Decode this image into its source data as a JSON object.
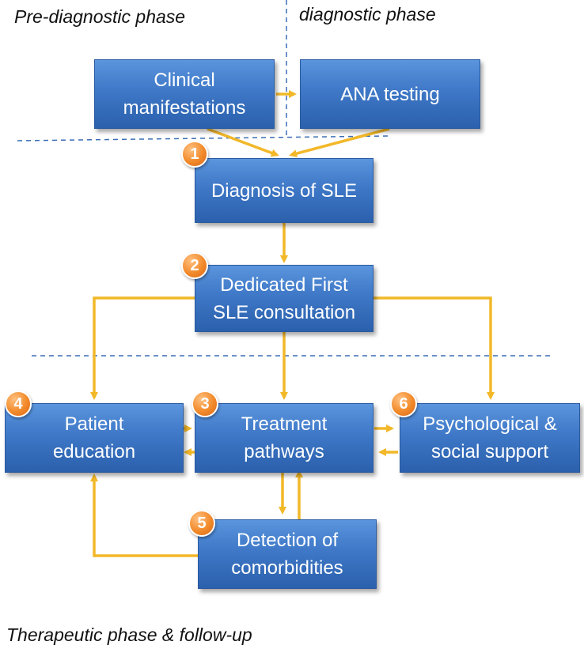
{
  "phases": {
    "pre_diagnostic": "Pre-diagnostic phase",
    "diagnostic": "diagnostic phase",
    "therapeutic": "Therapeutic phase & follow-up"
  },
  "nodes": {
    "clinical_manifestations": "Clinical\nmanifestations",
    "ana_testing": "ANA testing",
    "diagnosis_sle": "Diagnosis of SLE",
    "first_consultation": "Dedicated First\nSLE consultation",
    "patient_education": "Patient\neducation",
    "treatment_pathways": "Treatment\npathways",
    "psych_support": "Psychological &\nsocial support",
    "comorbidities": "Detection of\ncomorbidities"
  },
  "badges": {
    "diagnosis_sle": "1",
    "first_consultation": "2",
    "treatment_pathways": "3",
    "patient_education": "4",
    "comorbidities": "5",
    "psych_support": "6"
  },
  "colors": {
    "box": "#3e78c7",
    "arrow": "#f2b829",
    "badge": "#f28a2a",
    "divider": "#3a6db5"
  }
}
